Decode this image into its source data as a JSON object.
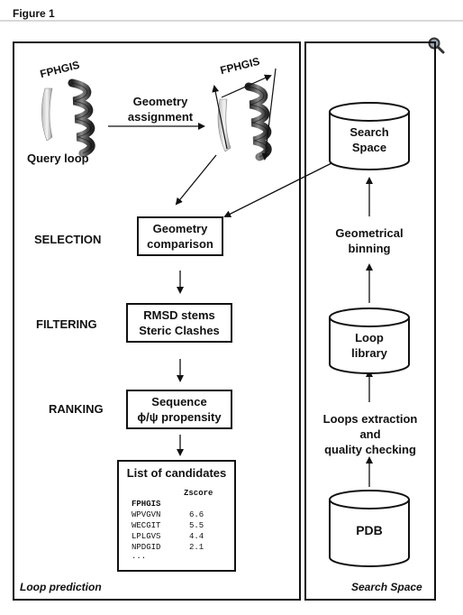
{
  "figure_title": "Figure 1",
  "left_panel": {
    "footer": "Loop prediction",
    "fragment_label_1": "FPHGIS",
    "fragment_label_2": "FPHGIS",
    "query_loop": "Query loop",
    "geometry_assignment": [
      "Geometry",
      "assignment"
    ],
    "stages": [
      {
        "label": "SELECTION",
        "box": [
          "Geometry",
          "comparison"
        ]
      },
      {
        "label": "FILTERING",
        "box": [
          "RMSD stems",
          "Steric Clashes"
        ]
      },
      {
        "label": "RANKING",
        "box": [
          "Sequence",
          "ϕ/ψ propensity"
        ]
      }
    ],
    "candidates": {
      "title": "List of candidates",
      "zscore_header": "Zscore",
      "query": "FPHGIS",
      "rows": [
        {
          "seq": "WPVGVN",
          "z": "6.6"
        },
        {
          "seq": "WECGIT",
          "z": "5.5"
        },
        {
          "seq": "LPLGVS",
          "z": "4.4"
        },
        {
          "seq": "NPDGID",
          "z": "2.1"
        }
      ],
      "ellipsis": "..."
    }
  },
  "right_panel": {
    "footer": "Search Space",
    "search_space_db": [
      "Search",
      "Space"
    ],
    "binning": [
      "Geometrical",
      "binning"
    ],
    "loop_library_db": [
      "Loop",
      "library"
    ],
    "extraction": [
      "Loops extraction",
      "and",
      "quality checking"
    ],
    "pdb_db": "PDB"
  },
  "icons": {
    "zoom": "magnifier-icon"
  }
}
